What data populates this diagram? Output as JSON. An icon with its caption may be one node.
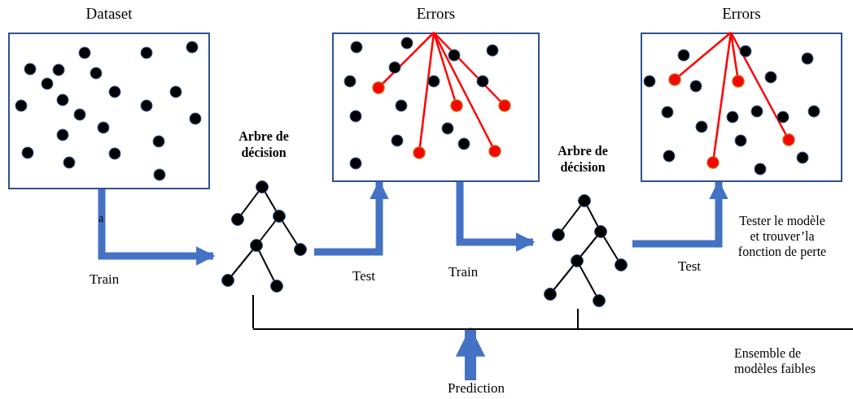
{
  "diagram": {
    "nodes": [
      {
        "text": [
          "Dataset"
        ]
      },
      {
        "text": [
          "Arbre de décision"
        ]
      },
      {
        "text": [
          "Errors"
        ]
      },
      {
        "text": [
          "Arbre de décision"
        ]
      },
      {
        "text": [
          "Errors"
        ]
      },
      {
        "text": [],
        "shape": "bar"
      },
      {
        "text": [
          "Prediction"
        ]
      }
    ],
    "edges": [
      {
        "from": 0,
        "to": 1,
        "arrow": "to",
        "label": "Train"
      },
      {
        "from": 1,
        "to": 2,
        "arrow": "to",
        "label": "Test"
      },
      {
        "from": 2,
        "to": 3,
        "arrow": "to",
        "label": "Train"
      },
      {
        "from": 3,
        "to": 4,
        "arrow": "to",
        "label": "Test"
      },
      {
        "from": 1,
        "to": 5,
        "arrow": "none",
        "color": "#000000"
      },
      {
        "from": 3,
        "to": 5,
        "arrow": "none",
        "color": "#000000"
      },
      {
        "from": 6,
        "to": 5,
        "arrow": "to"
      }
    ],
    "labels": [
      "a",
      "Tester le modèle et trouver’la fonction de perte",
      "Ensemble de modèles faibles"
    ]
  }
}
